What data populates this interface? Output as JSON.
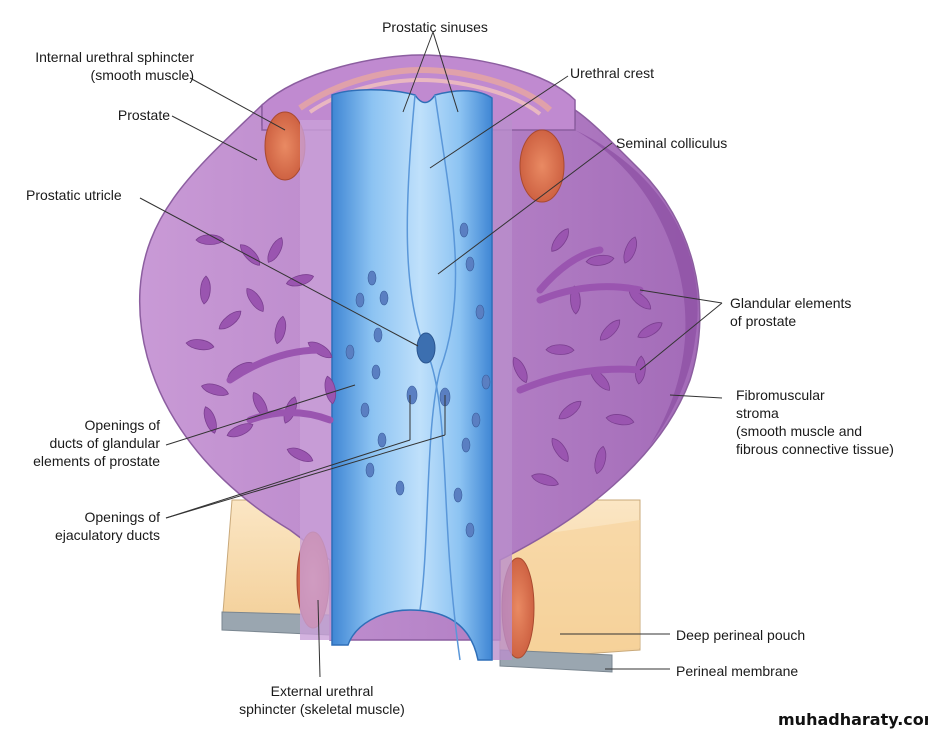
{
  "labels": {
    "prostatic_sinuses": "Prostatic sinuses",
    "internal_sphincter_1": "Internal urethral sphincter",
    "internal_sphincter_2": "(smooth muscle)",
    "urethral_crest": "Urethral crest",
    "prostate": "Prostate",
    "seminal_colliculus": "Seminal colliculus",
    "prostatic_utricle": "Prostatic utricle",
    "glandular_1": "Glandular elements",
    "glandular_2": "of prostate",
    "fibromuscular_1": "Fibromuscular",
    "fibromuscular_2": "stroma",
    "fibromuscular_3": "(smooth muscle and",
    "fibromuscular_4": "fibrous connective tissue)",
    "openings_glandular_1": "Openings of",
    "openings_glandular_2": "ducts of glandular",
    "openings_glandular_3": "elements of prostate",
    "openings_ejac_1": "Openings of",
    "openings_ejac_2": "ejaculatory ducts",
    "deep_perineal_pouch": "Deep perineal pouch",
    "perineal_membrane": "Perineal membrane",
    "external_sphincter_1": "External urethral",
    "external_sphincter_2": "sphincter (skeletal muscle)"
  },
  "watermark": "muhadharaty.com",
  "colors": {
    "prostate_purple": "#b47cc4",
    "gland_purple": "#9a55b0",
    "urethra_blue": "#7fb6ea",
    "muscle_red": "#d9704f",
    "pouch_tan": "#f8d9a8",
    "membrane_gray": "#9aa6b0"
  }
}
